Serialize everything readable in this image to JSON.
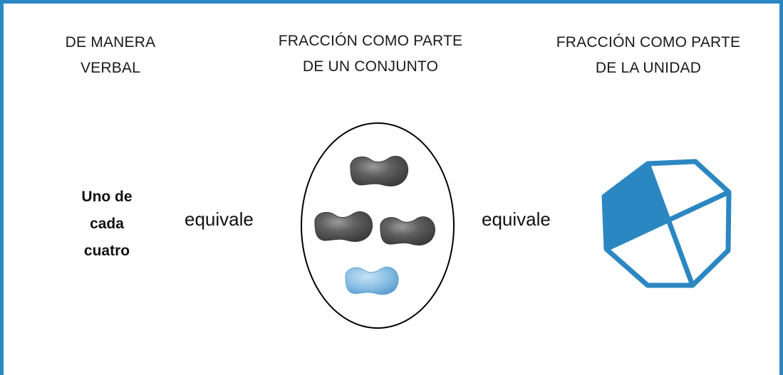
{
  "headers": {
    "verbal": [
      "DE MANERA",
      "VERBAL"
    ],
    "set": [
      "FRACCIÓN COMO PARTE",
      "DE UN CONJUNTO"
    ],
    "unit": [
      "FRACCIÓN COMO PARTE",
      "DE LA UNIDAD"
    ]
  },
  "verbal_phrase": [
    "Uno de",
    "cada",
    "cuatro"
  ],
  "equivalence_words": [
    "equivale",
    "equivale"
  ],
  "set_model": {
    "total_beans": 4,
    "highlighted_beans": 1,
    "bean_color": "#5c5c5c",
    "highlight_color": "#8bbfe4"
  },
  "unit_model": {
    "total_parts": 4,
    "shaded_parts": 1,
    "shape": "octagon",
    "shade_color": "#2b87c1"
  },
  "colors": {
    "frame": "#2b87c1",
    "text": "#111111"
  }
}
